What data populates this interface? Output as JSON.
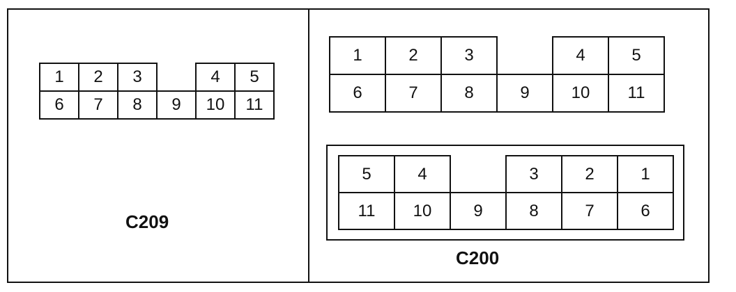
{
  "connectors": {
    "c209": {
      "label": "C209",
      "top_row": [
        "1",
        "2",
        "3",
        "",
        "4",
        "5"
      ],
      "bottom_row": [
        "6",
        "7",
        "8",
        "9",
        "10",
        "11"
      ]
    },
    "c200_mating": {
      "top_row": [
        "1",
        "2",
        "3",
        "",
        "4",
        "5"
      ],
      "bottom_row": [
        "6",
        "7",
        "8",
        "9",
        "10",
        "11"
      ]
    },
    "c200_housing": {
      "label": "C200",
      "top_row": [
        "5",
        "4",
        "",
        "3",
        "2",
        "1"
      ],
      "bottom_row": [
        "11",
        "10",
        "9",
        "8",
        "7",
        "6"
      ]
    }
  }
}
